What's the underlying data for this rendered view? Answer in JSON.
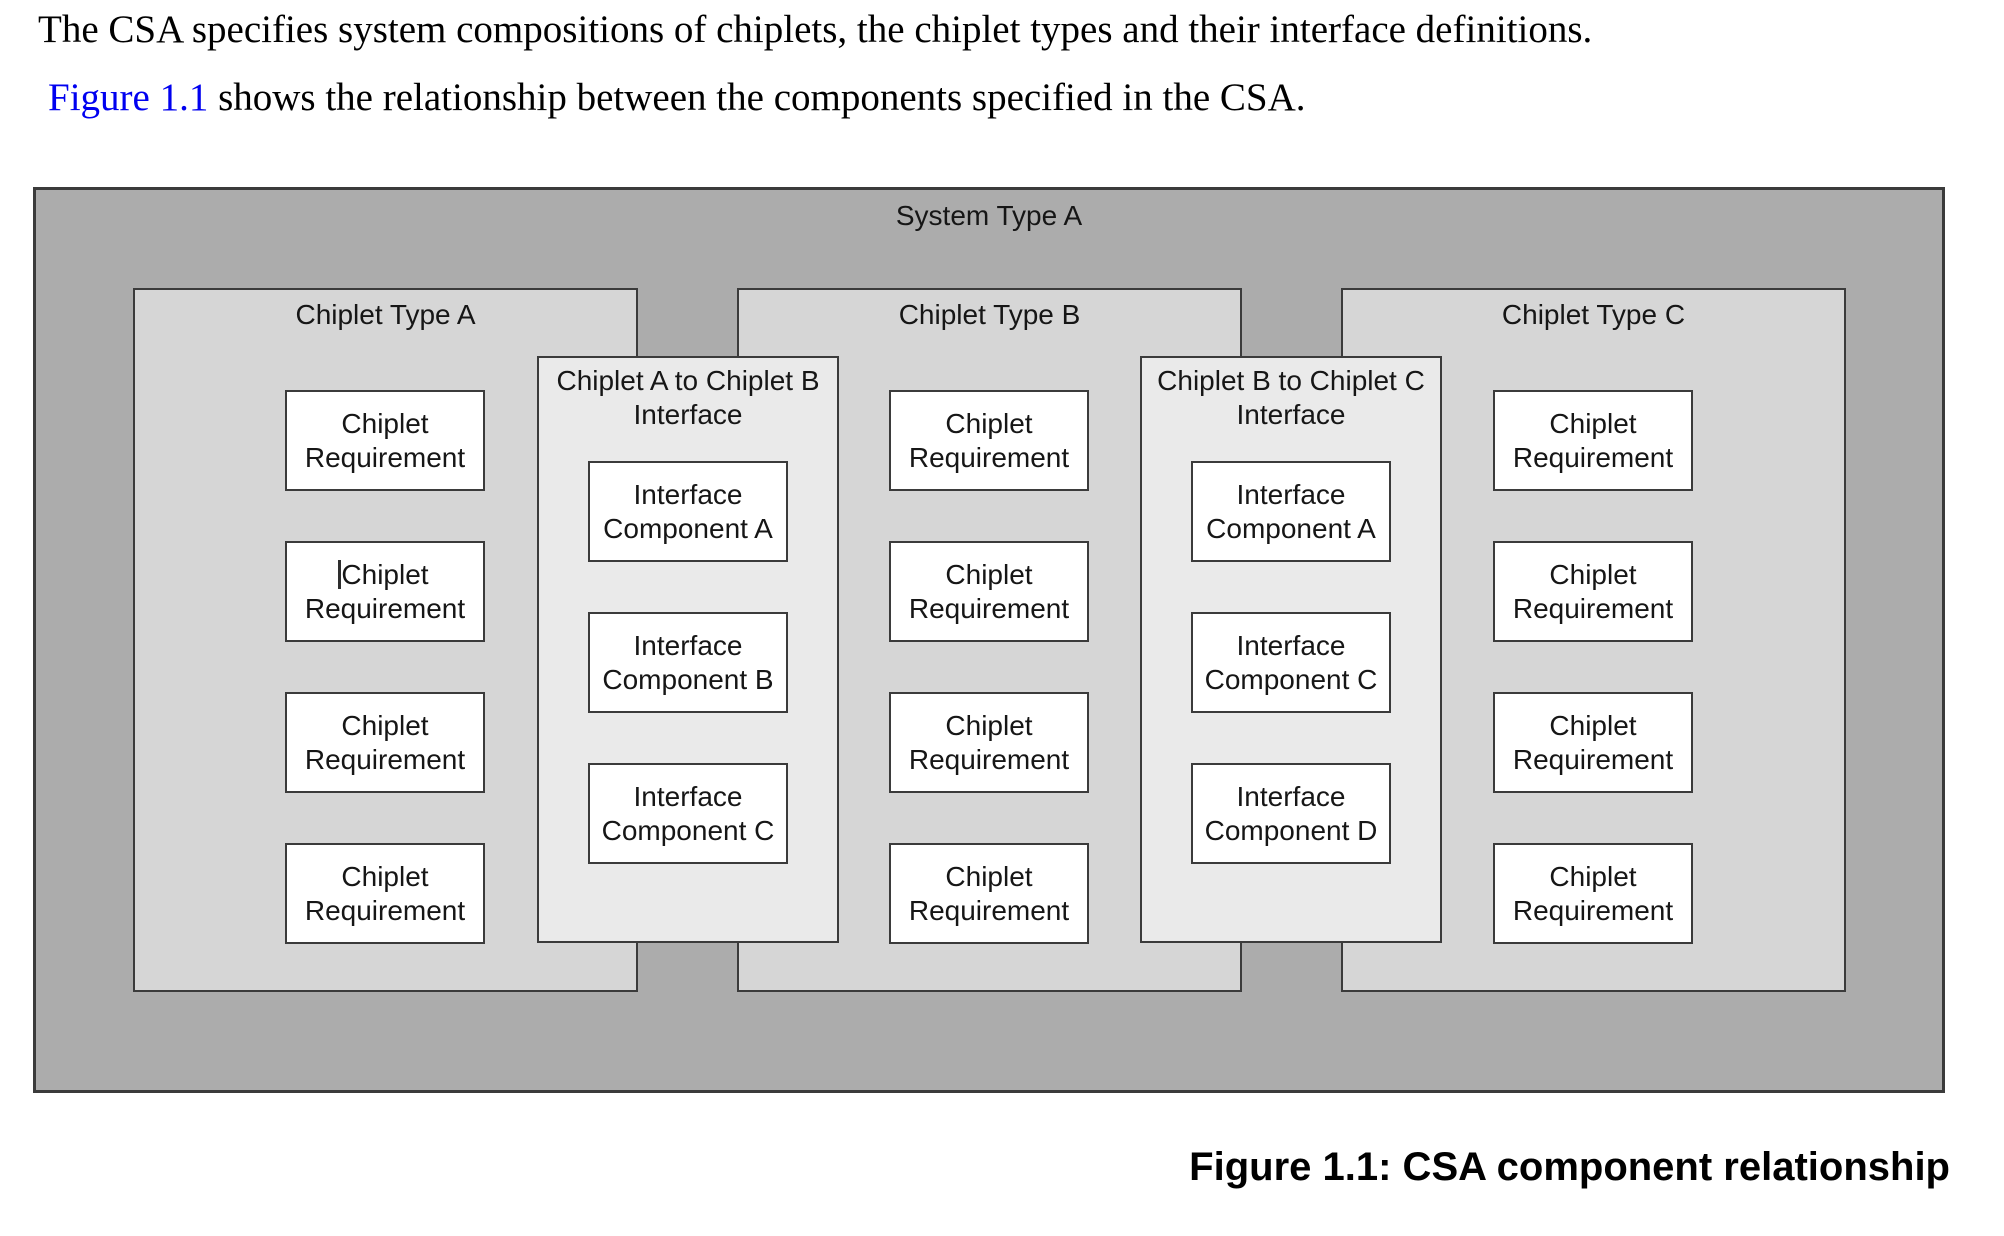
{
  "text": {
    "paragraph1": "The CSA specifies system compositions of chiplets, the chiplet types and their interface definitions.",
    "figure_link": "Figure 1.1",
    "paragraph2": " shows the relationship between the components specified in the CSA.",
    "caption": "Figure 1.1: CSA component relationship"
  },
  "colors": {
    "system_box_bg": "#acacac",
    "chiplet_box_bg": "#d6d6d6",
    "interface_box_bg": "#eaeaea",
    "component_box_bg": "#ffffff",
    "border": "#3b3b3b",
    "link_blue": "#0000f0"
  },
  "diagram": {
    "system_label": "System Type A",
    "columns": [
      {
        "label": "Chiplet Type A",
        "requirements": [
          "Chiplet Requirement",
          "Chiplet Requirement",
          "Chiplet Requirement",
          "Chiplet Requirement"
        ]
      },
      {
        "label": "Chiplet Type B",
        "requirements": [
          "Chiplet Requirement",
          "Chiplet Requirement",
          "Chiplet Requirement",
          "Chiplet Requirement"
        ]
      },
      {
        "label": "Chiplet Type C",
        "requirements": [
          "Chiplet Requirement",
          "Chiplet Requirement",
          "Chiplet Requirement",
          "Chiplet Requirement"
        ]
      }
    ],
    "interfaces": [
      {
        "label": "Chiplet A to Chiplet B Interface",
        "components": [
          "Interface Component A",
          "Interface Component B",
          "Interface Component C"
        ]
      },
      {
        "label": "Chiplet B to Chiplet C Interface",
        "components": [
          "Interface Component A",
          "Interface Component C",
          "Interface Component D"
        ]
      }
    ]
  }
}
